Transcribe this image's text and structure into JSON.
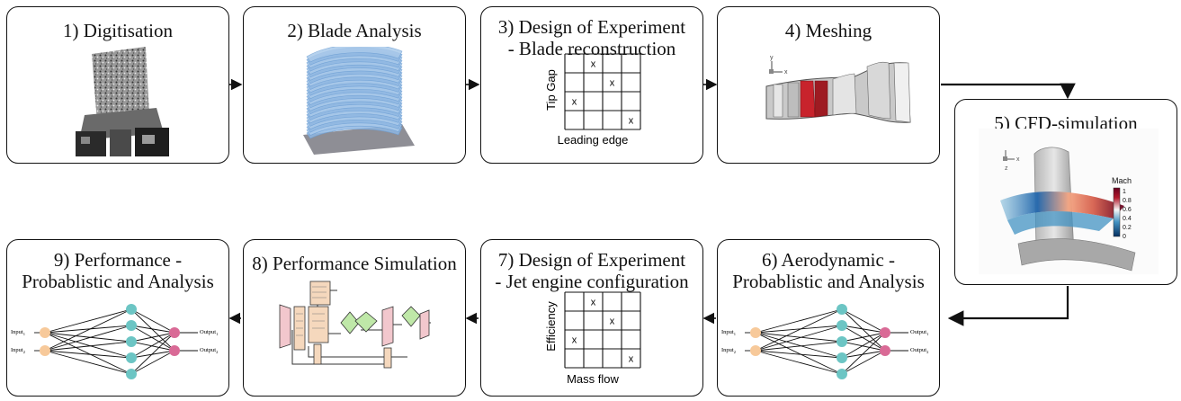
{
  "steps": {
    "s1": {
      "title": "1) Digitisation"
    },
    "s2": {
      "title": "2) Blade Analysis"
    },
    "s3": {
      "title_line1": "3) Design of Experiment",
      "title_line2": "- Blade reconstruction",
      "y_label": "Tip Gap",
      "x_label": "Leading edge"
    },
    "s4": {
      "title": "4) Meshing"
    },
    "s5": {
      "title": "5) CFD-simulation",
      "legend_title": "Mach",
      "legend_ticks": [
        "1",
        "0.8",
        "0.6",
        "0.4",
        "0.2",
        "0"
      ]
    },
    "s6": {
      "title_line1": "6) Aerodynamic -",
      "title_line2": "Probablistic and Analysis"
    },
    "s7": {
      "title_line1": "7) Design of Experiment",
      "title_line2": "- Jet engine configuration",
      "y_label": "Efficiency",
      "x_label": "Mass flow"
    },
    "s8": {
      "title": "8) Performance Simulation"
    },
    "s9": {
      "title_line1": "9) Performance -",
      "title_line2": "Probablistic and Analysis"
    }
  },
  "doe_marker": "x",
  "nn_labels": {
    "input1": "Input",
    "input2": "Input",
    "output1": "Output",
    "output2": "Output",
    "sub1": "1",
    "sub2": "2"
  },
  "axis_triad": {
    "x": "x",
    "y": "y",
    "z": "z"
  },
  "colors": {
    "input_node": "#f7c99a",
    "hidden_node": "#6cc5c4",
    "output_node": "#d96a96",
    "mach_high": "#b2182b",
    "mach_mid": "#f7f7f7",
    "mach_low": "#2166ac",
    "highlight_mesh": "#c8232c",
    "outline": "#111111"
  }
}
